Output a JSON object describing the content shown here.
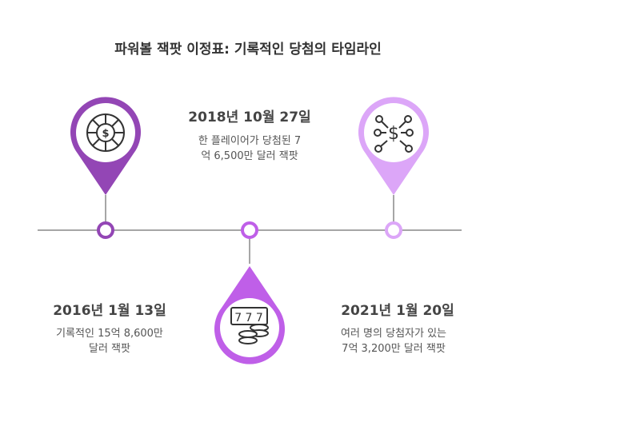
{
  "title": "파워볼 잭팟 이정표: 기록적인 당첨의 타임라인",
  "colors": {
    "event1": "#9346b5",
    "event2": "#bf5fe8",
    "event3": "#dca6f8",
    "line": "#a6a6a6"
  },
  "events": [
    {
      "date": "2016년 1월 13일",
      "desc_line1": "기록적인 15억 8,600만",
      "desc_line2": "달러 잭팟",
      "icon": "casino-chip-icon"
    },
    {
      "date": "2018년 10월 27일",
      "desc_line1": "한 플레이어가 당첨된 7",
      "desc_line2": "억 6,500만 달러 잭팟",
      "icon": "slot-machine-coins-icon"
    },
    {
      "date": "2021년 1월 20일",
      "desc_line1": "여러 명의 당첨자가 있는",
      "desc_line2": "7억 3,200만 달러 잭팟",
      "icon": "money-network-icon"
    }
  ]
}
